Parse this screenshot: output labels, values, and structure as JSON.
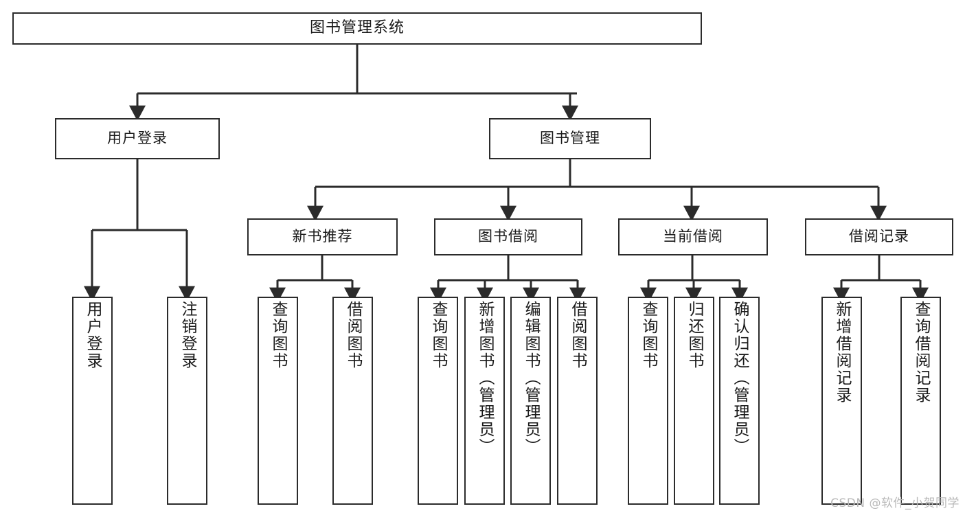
{
  "diagram": {
    "title": "图书管理系统",
    "type": "tree-hierarchy",
    "watermark": "CSDN @软件_小贺同学",
    "colors": {
      "stroke": "#2b2b2b",
      "fill": "#ffffff",
      "text": "#1a1a1a",
      "watermark": "#b9b9b9"
    },
    "nodes": {
      "root": {
        "label": "图书管理系统",
        "level": 1
      },
      "l2": [
        {
          "id": "user-login",
          "label": "用户登录",
          "level": 2
        },
        {
          "id": "book-management",
          "label": "图书管理",
          "level": 2
        }
      ],
      "l3": [
        {
          "id": "new-book-recommend",
          "label": "新书推荐",
          "level": 3
        },
        {
          "id": "book-borrow",
          "label": "图书借阅",
          "level": 3
        },
        {
          "id": "current-borrow",
          "label": "当前借阅",
          "level": 3
        },
        {
          "id": "borrow-record",
          "label": "借阅记录",
          "level": 3
        }
      ],
      "leaves": [
        {
          "id": "leaf-user-login",
          "label": "用户登录",
          "parent": "user-login"
        },
        {
          "id": "leaf-logout-login",
          "label": "注销登录",
          "parent": "user-login"
        },
        {
          "id": "leaf-query-book-1",
          "label": "查询图书",
          "parent": "new-book-recommend"
        },
        {
          "id": "leaf-borrow-book-1",
          "label": "借阅图书",
          "parent": "new-book-recommend"
        },
        {
          "id": "leaf-query-book-2",
          "label": "查询图书",
          "parent": "book-borrow"
        },
        {
          "id": "leaf-add-book",
          "label": "新增图书（管理员）",
          "parent": "book-borrow"
        },
        {
          "id": "leaf-edit-book",
          "label": "编辑图书（管理员）",
          "parent": "book-borrow"
        },
        {
          "id": "leaf-borrow-book-2",
          "label": "借阅图书",
          "parent": "book-borrow"
        },
        {
          "id": "leaf-query-book-3",
          "label": "查询图书",
          "parent": "current-borrow"
        },
        {
          "id": "leaf-return-book",
          "label": "归还图书",
          "parent": "current-borrow"
        },
        {
          "id": "leaf-confirm-return",
          "label": "确认归还（管理员）",
          "parent": "current-borrow"
        },
        {
          "id": "leaf-add-borrow-record",
          "label": "新增借阅记录",
          "parent": "borrow-record"
        },
        {
          "id": "leaf-query-borrow-record",
          "label": "查询借阅记录",
          "parent": "borrow-record"
        }
      ]
    },
    "edges": [
      {
        "from": "root",
        "to": "user-login"
      },
      {
        "from": "root",
        "to": "book-management"
      },
      {
        "from": "user-login",
        "to": "leaf-user-login"
      },
      {
        "from": "user-login",
        "to": "leaf-logout-login"
      },
      {
        "from": "book-management",
        "to": "new-book-recommend"
      },
      {
        "from": "book-management",
        "to": "book-borrow"
      },
      {
        "from": "book-management",
        "to": "current-borrow"
      },
      {
        "from": "book-management",
        "to": "borrow-record"
      },
      {
        "from": "new-book-recommend",
        "to": "leaf-query-book-1"
      },
      {
        "from": "new-book-recommend",
        "to": "leaf-borrow-book-1"
      },
      {
        "from": "book-borrow",
        "to": "leaf-query-book-2"
      },
      {
        "from": "book-borrow",
        "to": "leaf-add-book"
      },
      {
        "from": "book-borrow",
        "to": "leaf-edit-book"
      },
      {
        "from": "book-borrow",
        "to": "leaf-borrow-book-2"
      },
      {
        "from": "current-borrow",
        "to": "leaf-query-book-3"
      },
      {
        "from": "current-borrow",
        "to": "leaf-return-book"
      },
      {
        "from": "current-borrow",
        "to": "leaf-confirm-return"
      },
      {
        "from": "borrow-record",
        "to": "leaf-add-borrow-record"
      },
      {
        "from": "borrow-record",
        "to": "leaf-query-borrow-record"
      }
    ]
  }
}
